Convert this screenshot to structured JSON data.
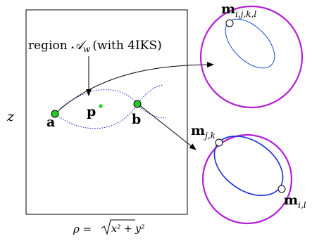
{
  "labels": {
    "region_prefix": "region ",
    "region_symbol": "𝒜",
    "region_subscript": "w",
    "region_suffix": "(with 4IKS)",
    "point_p": "p",
    "point_a": "a",
    "point_b": "b",
    "axis_z": "z",
    "axis_rho_lhs": "ρ = ",
    "axis_rho_radicand": "x² + y²",
    "m_top_base": "m",
    "m_top_sub": "i,j,k,l",
    "m_jk_base": "m",
    "m_jk_sub": "j,k",
    "m_il_base": "m",
    "m_il_sub": "i,l"
  },
  "colors": {
    "curve_blue": "#1a2fd6",
    "ellipse_blue": "#1a4fd6",
    "circle_magenta": "#b31fd6",
    "point_green": "#22cc22",
    "stroke_black": "#000000"
  }
}
